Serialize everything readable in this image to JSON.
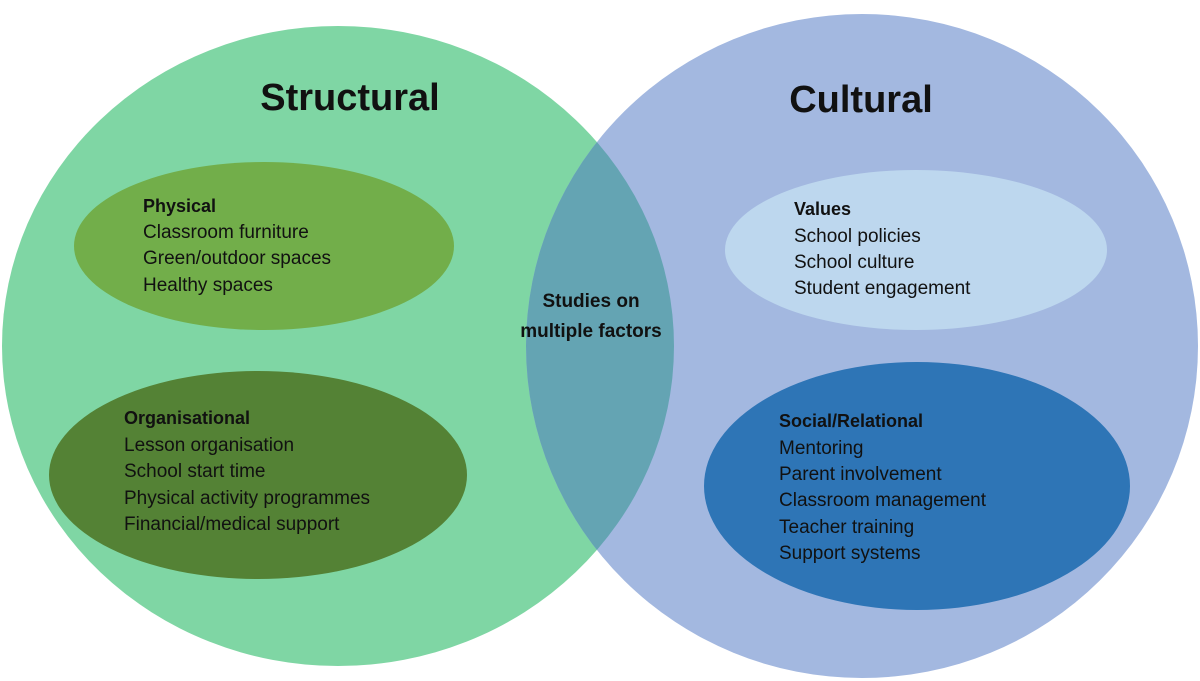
{
  "colors": {
    "structural_circle": "#7fd6a4",
    "cultural_circle": "#a3b8e0",
    "overlap": "#64a4b3",
    "physical_ellipse": "#72ae4a",
    "organisational_ellipse": "#548235",
    "values_ellipse": "#bdd7ee",
    "social_ellipse": "#2e75b6"
  },
  "structural": {
    "title": "Structural",
    "physical": {
      "title": "Physical",
      "items": [
        "Classroom furniture",
        "Green/outdoor spaces",
        "Healthy spaces"
      ]
    },
    "organisational": {
      "title": "Organisational",
      "items": [
        "Lesson organisation",
        "School start time",
        "Physical activity programmes",
        "Financial/medical support"
      ]
    }
  },
  "cultural": {
    "title": "Cultural",
    "values": {
      "title": "Values",
      "items": [
        "School policies",
        "School culture",
        "Student engagement"
      ]
    },
    "social": {
      "title": "Social/Relational",
      "items": [
        "Mentoring",
        "Parent involvement",
        "Classroom management",
        "Teacher training",
        "Support systems"
      ]
    }
  },
  "overlap": {
    "lines": [
      "Studies on",
      "multiple factors"
    ]
  }
}
